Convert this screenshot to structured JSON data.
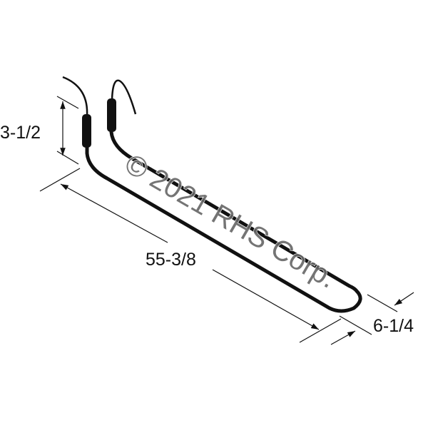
{
  "dimensions": {
    "height": "3-1/2",
    "length": "55-3/8",
    "width": "6-1/4"
  },
  "watermark": "© 2021 RHS Corp.",
  "colors": {
    "line": "#111111",
    "watermark": "#666666"
  }
}
